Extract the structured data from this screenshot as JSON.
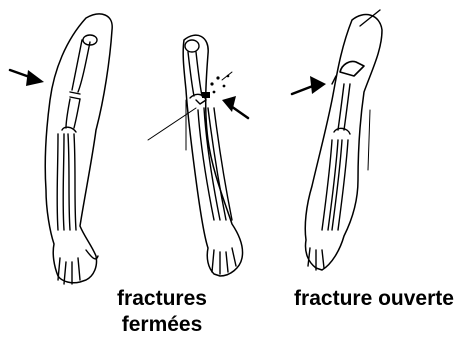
{
  "captions": {
    "closed_line1": "fractures",
    "closed_line2": "fermées",
    "open": "fracture ouverte"
  },
  "colors": {
    "ink": "#000000",
    "background": "#ffffff"
  },
  "icons": [
    "arrow-icon",
    "bone-fragment-icon"
  ]
}
